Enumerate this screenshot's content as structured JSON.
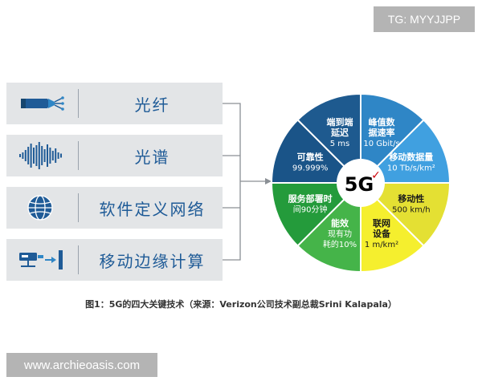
{
  "watermark_top": "TG: MYYJJPP",
  "watermark_bottom": "www.archieoasis.com",
  "technologies": [
    {
      "label": "光纤",
      "icon": "fiber-cable-icon"
    },
    {
      "label": "光谱",
      "icon": "spectrum-waveform-icon"
    },
    {
      "label": "软件定义网络",
      "icon": "globe-network-icon"
    },
    {
      "label": "移动边缘计算",
      "icon": "edge-server-icon"
    }
  ],
  "center_logo": {
    "text": "5G",
    "check_mark": "✓",
    "accent": "#cd040b"
  },
  "segments": [
    {
      "title": [
        "端到端",
        "延迟"
      ],
      "value": [
        "5 ms"
      ],
      "color": "#1e5a8f"
    },
    {
      "title": [
        "峰值数",
        "据速率"
      ],
      "value": [
        "10 Gbit/s"
      ],
      "color": "#2f86c6"
    },
    {
      "title": [
        "移动数据量"
      ],
      "value": [
        "10 Tb/s/km²"
      ],
      "color": "#40a0e0"
    },
    {
      "title": [
        "移动性"
      ],
      "value": [
        "500 km/h"
      ],
      "color": "#e4e033"
    },
    {
      "title": [
        "联网",
        "设备"
      ],
      "value": [
        "1 m/km²"
      ],
      "color": "#f5ef2e"
    },
    {
      "title": [
        "能效"
      ],
      "value": [
        "现有功",
        "耗的10%"
      ],
      "color": "#45b449"
    },
    {
      "title": [
        "服务部署时"
      ],
      "value": [
        "间90分钟"
      ],
      "color": "#249b3b"
    },
    {
      "title": [
        "可靠性"
      ],
      "value": [
        "99.999%"
      ],
      "color": "#1a5488"
    }
  ],
  "box_color": "#e3e5e7",
  "label_color": "#1f5b97",
  "connector_color": "#8a8f95",
  "caption": "图1：5G的四大关键技术（来源：Verizon公司技术副总裁Srini Kalapala）"
}
